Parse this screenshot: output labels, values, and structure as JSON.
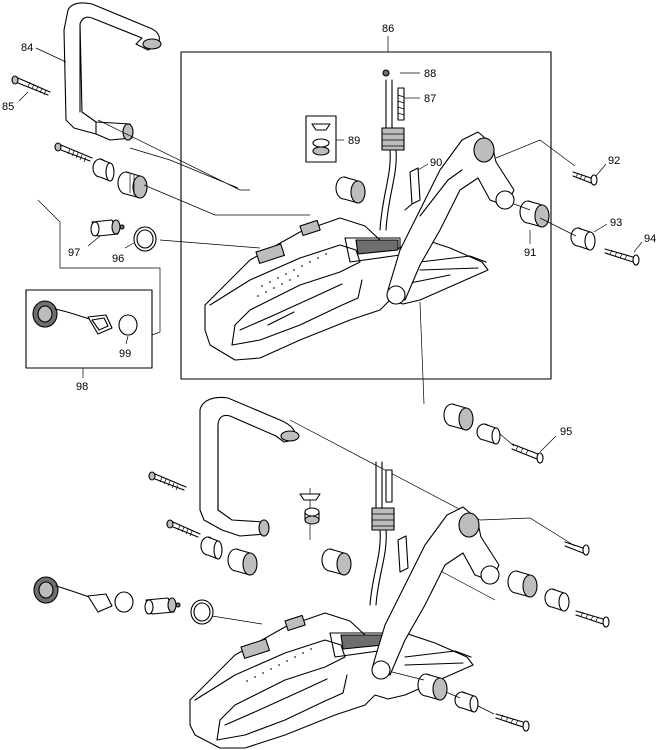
{
  "diagram": {
    "callouts": [
      {
        "id": "84",
        "text": "84"
      },
      {
        "id": "85",
        "text": "85"
      },
      {
        "id": "86",
        "text": "86"
      },
      {
        "id": "87",
        "text": "87"
      },
      {
        "id": "88",
        "text": "88"
      },
      {
        "id": "89",
        "text": "89"
      },
      {
        "id": "90",
        "text": "90"
      },
      {
        "id": "91",
        "text": "91"
      },
      {
        "id": "92",
        "text": "92"
      },
      {
        "id": "93",
        "text": "93"
      },
      {
        "id": "94",
        "text": "94"
      },
      {
        "id": "95",
        "text": "95"
      },
      {
        "id": "96",
        "text": "96"
      },
      {
        "id": "97",
        "text": "97"
      },
      {
        "id": "98",
        "text": "98"
      },
      {
        "id": "99",
        "text": "99"
      }
    ],
    "colors": {
      "line": "#000000",
      "shade": "#bdbdbd",
      "dark": "#6e6e6e",
      "background": "#ffffff"
    }
  }
}
